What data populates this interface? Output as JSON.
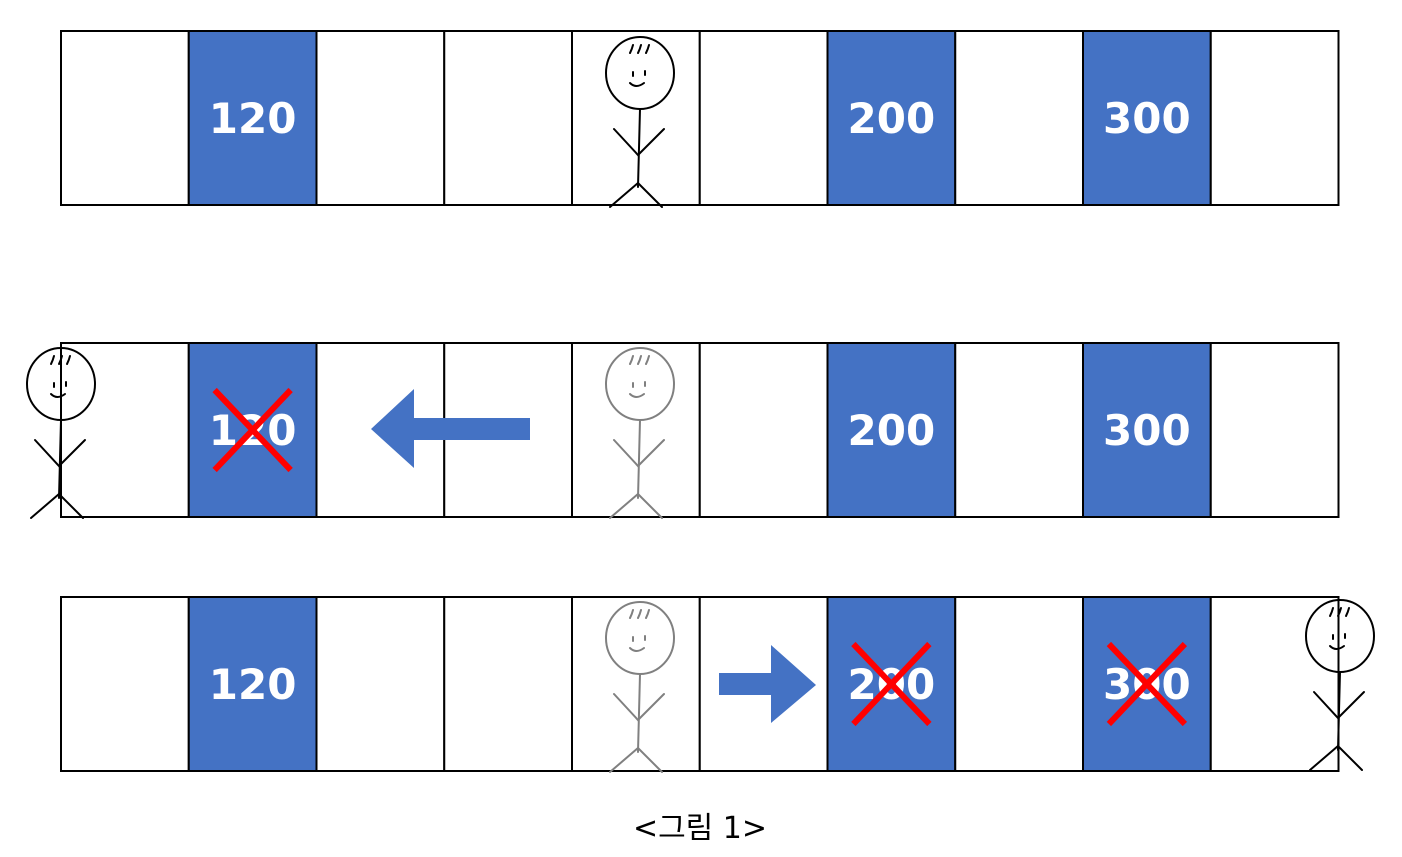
{
  "colors": {
    "tile_fill": "#4472C4",
    "cell_border": "#000000",
    "cross": "#FF0000",
    "arrow": "#4472C4",
    "figure_active": "#000000",
    "figure_ghost": "#808080"
  },
  "rows": [
    {
      "cells": [
        {
          "label": "",
          "filled": false
        },
        {
          "label": "120",
          "filled": true
        },
        {
          "label": "",
          "filled": false
        },
        {
          "label": "",
          "filled": false
        },
        {
          "label": "",
          "filled": false
        },
        {
          "label": "",
          "filled": false
        },
        {
          "label": "200",
          "filled": true
        },
        {
          "label": "",
          "filled": false
        },
        {
          "label": "300",
          "filled": true
        },
        {
          "label": "",
          "filled": false
        }
      ],
      "crossed_cells": [],
      "arrow": "none"
    },
    {
      "cells": [
        {
          "label": "",
          "filled": false
        },
        {
          "label": "120",
          "filled": true
        },
        {
          "label": "",
          "filled": false
        },
        {
          "label": "",
          "filled": false
        },
        {
          "label": "",
          "filled": false
        },
        {
          "label": "",
          "filled": false
        },
        {
          "label": "200",
          "filled": true
        },
        {
          "label": "",
          "filled": false
        },
        {
          "label": "300",
          "filled": true
        },
        {
          "label": "",
          "filled": false
        }
      ],
      "crossed_cells": [
        1
      ],
      "arrow": "left"
    },
    {
      "cells": [
        {
          "label": "",
          "filled": false
        },
        {
          "label": "120",
          "filled": true
        },
        {
          "label": "",
          "filled": false
        },
        {
          "label": "",
          "filled": false
        },
        {
          "label": "",
          "filled": false
        },
        {
          "label": "",
          "filled": false
        },
        {
          "label": "200",
          "filled": true
        },
        {
          "label": "",
          "filled": false
        },
        {
          "label": "300",
          "filled": true
        },
        {
          "label": "",
          "filled": false
        }
      ],
      "crossed_cells": [
        6,
        8
      ],
      "arrow": "right"
    }
  ],
  "caption": "<그림 1>"
}
